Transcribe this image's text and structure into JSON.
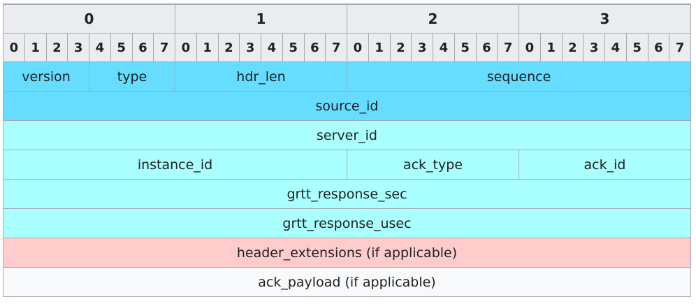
{
  "octets": [
    "0",
    "1",
    "2",
    "3"
  ],
  "bits": [
    "0",
    "1",
    "2",
    "3",
    "4",
    "5",
    "6",
    "7",
    "0",
    "1",
    "2",
    "3",
    "4",
    "5",
    "6",
    "7",
    "0",
    "1",
    "2",
    "3",
    "4",
    "5",
    "6",
    "7",
    "0",
    "1",
    "2",
    "3",
    "4",
    "5",
    "6",
    "7"
  ],
  "rows": [
    {
      "color": "#66ddff",
      "fields": [
        {
          "label": "version",
          "bits": 4
        },
        {
          "label": "type",
          "bits": 4
        },
        {
          "label": "hdr_len",
          "bits": 8
        },
        {
          "label": "sequence",
          "bits": 16
        }
      ]
    },
    {
      "color": "#66ddff",
      "fields": [
        {
          "label": "source_id",
          "bits": 32
        }
      ]
    },
    {
      "color": "#aaffff",
      "fields": [
        {
          "label": "server_id",
          "bits": 32
        }
      ]
    },
    {
      "color": "#aaffff",
      "fields": [
        {
          "label": "instance_id",
          "bits": 16
        },
        {
          "label": "ack_type",
          "bits": 8
        },
        {
          "label": "ack_id",
          "bits": 8
        }
      ]
    },
    {
      "color": "#aaffff",
      "fields": [
        {
          "label": "grtt_response_sec",
          "bits": 32
        }
      ]
    },
    {
      "color": "#aaffff",
      "fields": [
        {
          "label": "grtt_response_usec",
          "bits": 32
        }
      ]
    },
    {
      "color": "#ffcccc",
      "fields": [
        {
          "label": "header_extensions (if applicable)",
          "bits": 32
        }
      ]
    },
    {
      "color": "#f8f9fa",
      "fields": [
        {
          "label": "ack_payload (if applicable)",
          "bits": 32
        }
      ]
    }
  ]
}
